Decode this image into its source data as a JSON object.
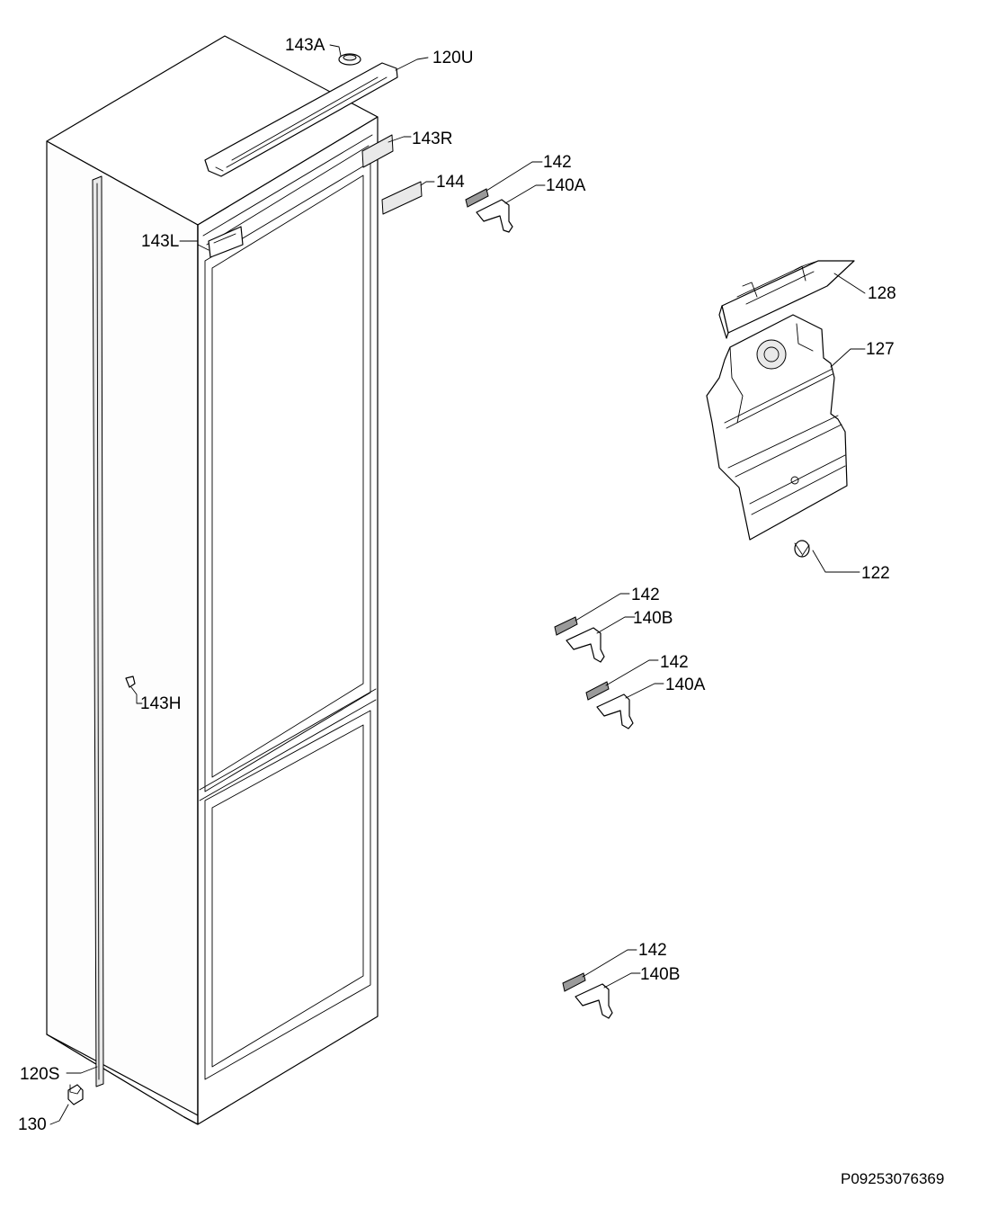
{
  "labels": {
    "l143A": "143A",
    "l120U": "120U",
    "l143R": "143R",
    "l144": "144",
    "l142_a": "142",
    "l140A_a": "140A",
    "l143L": "143L",
    "l128": "128",
    "l127": "127",
    "l122": "122",
    "l142_b": "142",
    "l140B_a": "140B",
    "l142_c": "142",
    "l140A_b": "140A",
    "l143H": "143H",
    "l142_d": "142",
    "l140B_b": "140B",
    "l120S": "120S",
    "l130": "130"
  },
  "drawing_ref": "P09253076369"
}
